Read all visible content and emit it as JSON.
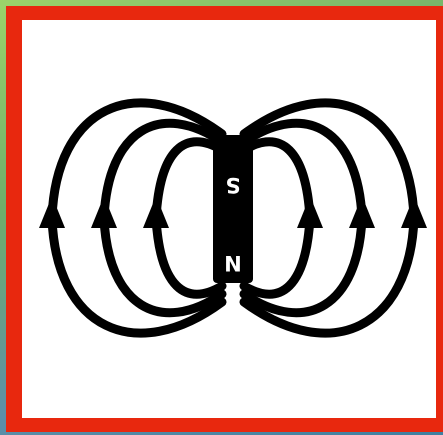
{
  "diagram": {
    "magnet": {
      "top_label": "S",
      "bottom_label": "N"
    },
    "colors": {
      "border": "#e8280e",
      "panel": "#ffffff",
      "ink": "#000000",
      "magnet_text": "#ffffff"
    },
    "field_loops_per_side": 3,
    "arrow_direction": "up"
  }
}
